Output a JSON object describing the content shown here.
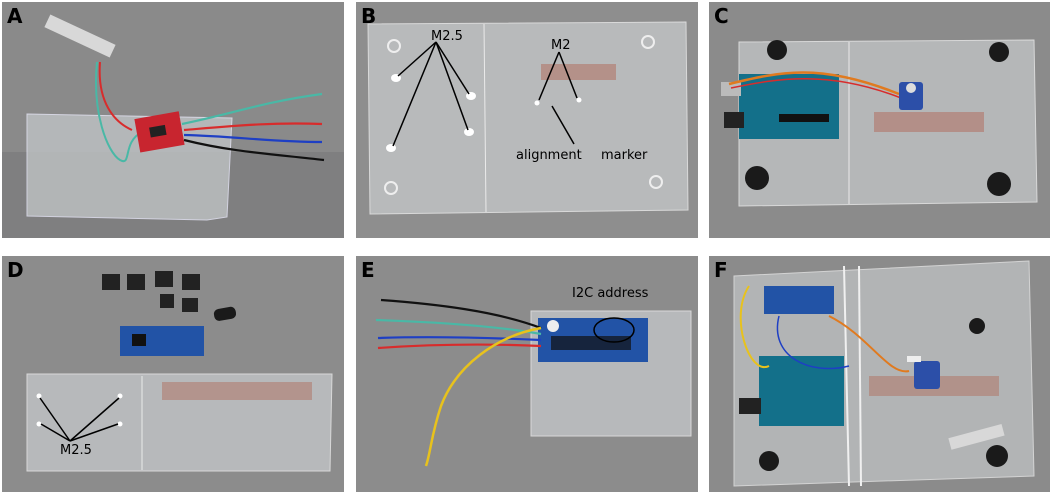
{
  "figure": {
    "panels": [
      {
        "letter": "A"
      },
      {
        "letter": "B",
        "labels": {
          "m25": "M2.5",
          "m2": "M2",
          "alignment": "alignment",
          "marker": "marker"
        }
      },
      {
        "letter": "C"
      },
      {
        "letter": "D",
        "labels": {
          "m25": "M2.5"
        }
      },
      {
        "letter": "E",
        "labels": {
          "i2c": "I2C address"
        }
      },
      {
        "letter": "F"
      }
    ]
  },
  "colors": {
    "background": "#8d8d8d",
    "acrylic": "#c9ccce",
    "arduino_board": "#13708a",
    "breakout_board": "#c8252f",
    "pwm_board": "#2253a6",
    "servo": "#2c4fa8",
    "wire_red": "#d82c2c",
    "wire_blue": "#1e3fc4",
    "wire_green": "#49b8a6",
    "wire_yellow": "#e8c21c",
    "wire_orange": "#e07a1f",
    "wire_black": "#111111"
  }
}
